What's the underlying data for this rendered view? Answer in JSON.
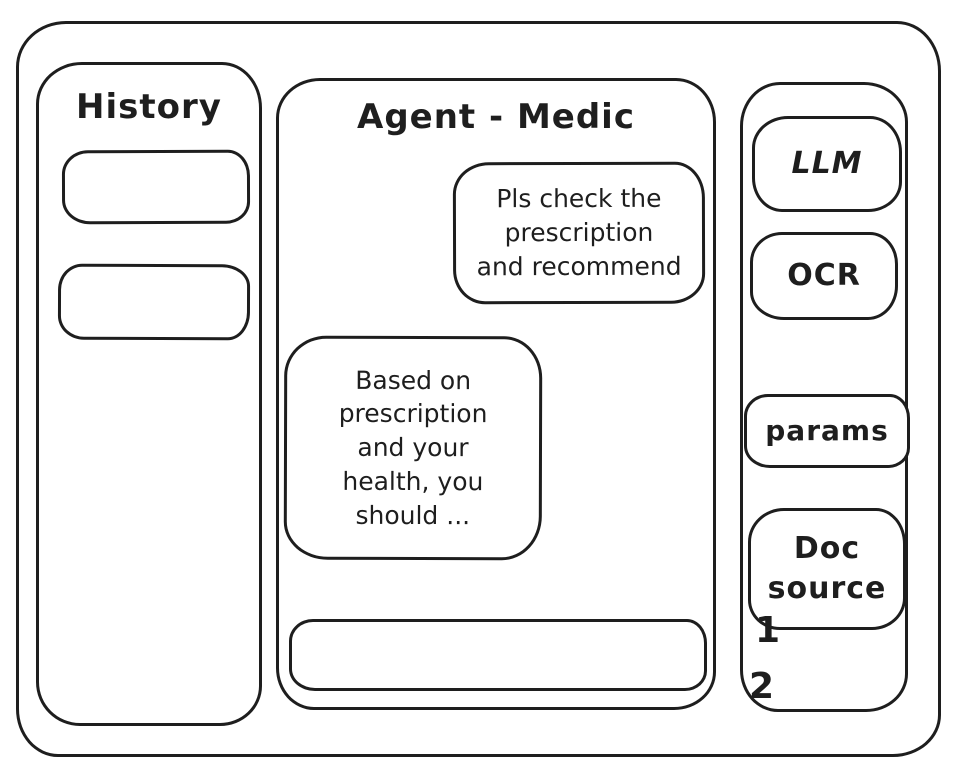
{
  "app": {
    "title": "Agent - Medic"
  },
  "sidebar": {
    "title": "History",
    "items": [
      {
        "label": ""
      },
      {
        "label": ""
      }
    ]
  },
  "chat": {
    "messages": [
      {
        "role": "user",
        "text": "Pls check the\nprescription\nand recommend"
      },
      {
        "role": "assistant",
        "text": "Based on\nprescription\nand your\nhealth, you\nshould ..."
      }
    ],
    "input": {
      "value": "",
      "placeholder": ""
    }
  },
  "tools": {
    "llm_label": "LLM",
    "ocr_label": "OCR",
    "params_label": "params",
    "doc_source_label": "Doc\nsource",
    "doc_source_items": [
      "1",
      "2"
    ]
  },
  "colors": {
    "stroke": "#1e1e1e",
    "background": "#ffffff"
  }
}
